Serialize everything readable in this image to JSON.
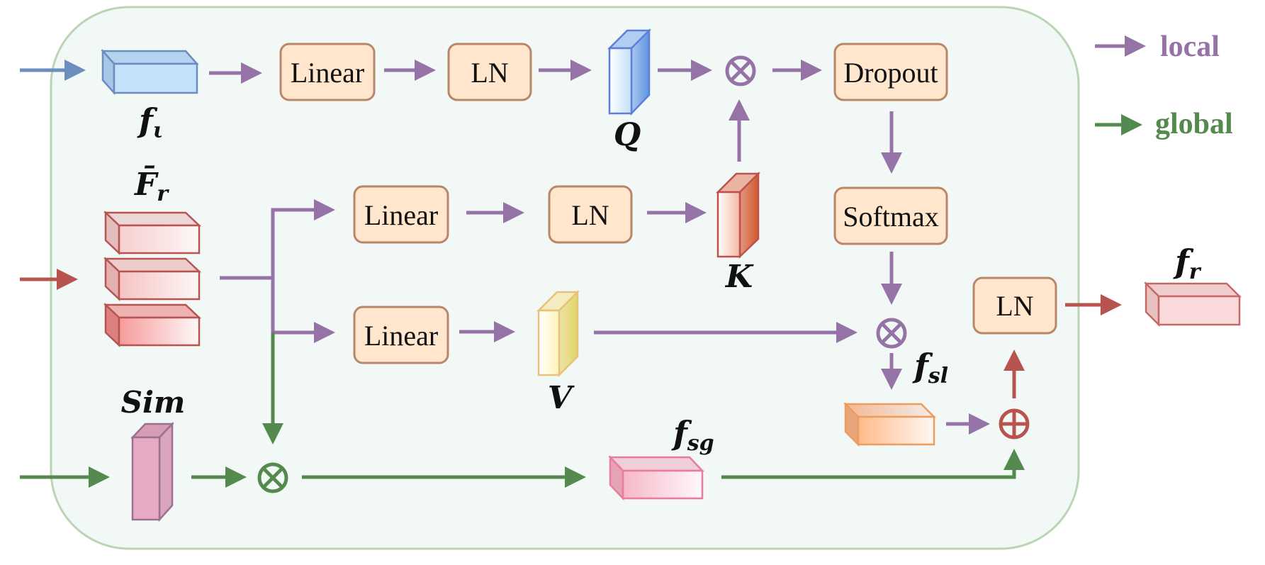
{
  "colors": {
    "local": "#9673a6",
    "global": "#548a4d",
    "residual": "#b85450",
    "input_blue": "#6c8ebf",
    "op_box_fill": "#ffe6cc",
    "op_box_stroke": "#b8876a",
    "container_fill": "#f2f8f6",
    "container_stroke": "#b9d5b4"
  },
  "legend": {
    "local": "local",
    "global": "global"
  },
  "operations": {
    "linear_q": "Linear",
    "ln_q": "LN",
    "linear_k": "Linear",
    "ln_k": "LN",
    "linear_v": "Linear",
    "dropout": "Dropout",
    "softmax": "Softmax",
    "ln_out": "LN"
  },
  "tensors": {
    "f_l": {
      "base": "f",
      "sub": "ι"
    },
    "F_r": {
      "base": "F̄",
      "sub": "r"
    },
    "Q": {
      "base": "Q",
      "sub": ""
    },
    "K": {
      "base": "K",
      "sub": ""
    },
    "V": {
      "base": "V",
      "sub": ""
    },
    "Sim": {
      "base": "Sim",
      "sub": ""
    },
    "f_sg": {
      "base": "f",
      "sub": "sg"
    },
    "f_sl": {
      "base": "f",
      "sub": "sl"
    },
    "f_r": {
      "base": "f",
      "sub": "r"
    }
  },
  "operators": {
    "multiply_symbol": "⊗",
    "add_symbol": "⊕"
  }
}
